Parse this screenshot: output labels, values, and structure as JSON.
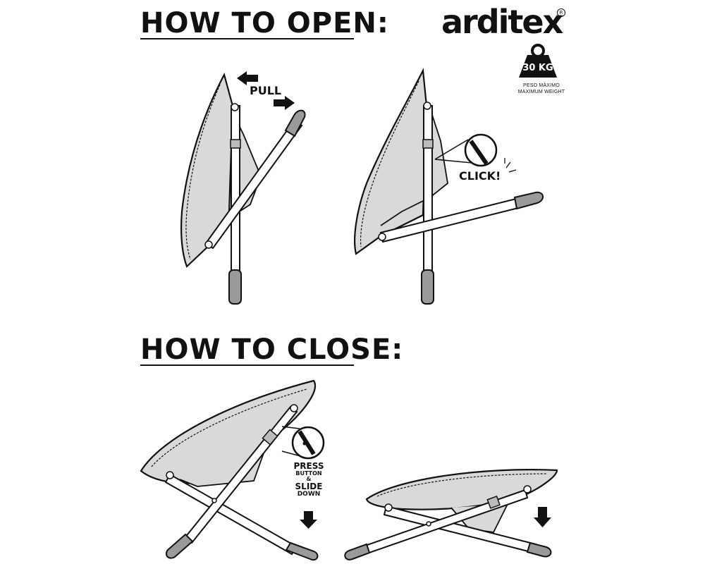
{
  "headings": {
    "open": "HOW TO OPEN:",
    "close": "HOW TO CLOSE:"
  },
  "brand": {
    "logo_text": "arditex",
    "registered_mark": "R"
  },
  "weight_badge": {
    "value": "30 KG",
    "caption_es": "PESO MÁXIMO",
    "caption_en": "MAXIMUM WEIGHT"
  },
  "open_steps": {
    "pull_label": "PULL",
    "click_label": "CLICK!"
  },
  "close_steps": {
    "press_line1": "PRESS",
    "press_line2": "BUTTON",
    "press_line3": "&",
    "press_line4": "SLIDE",
    "press_line5": "DOWN"
  },
  "colors": {
    "ink": "#111111",
    "fabric": "#d9d9d9",
    "foot": "#9a9a9a"
  },
  "icons": [
    "arrow-left-icon",
    "arrow-right-icon",
    "arrow-down-icon",
    "weight-icon",
    "magnifier-icon"
  ]
}
